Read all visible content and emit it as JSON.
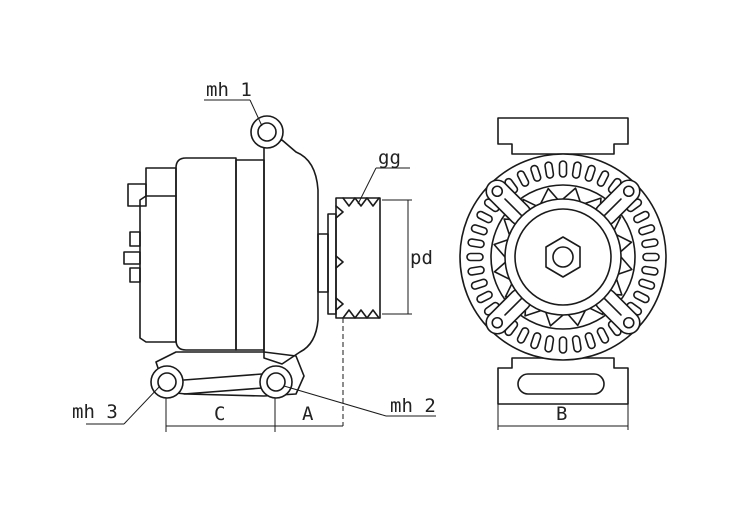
{
  "labels": {
    "mh1": "mh 1",
    "mh2": "mh 2",
    "mh3": "mh 3",
    "gg": "gg",
    "pd": "pd",
    "a": "A",
    "b": "B",
    "c": "C"
  }
}
